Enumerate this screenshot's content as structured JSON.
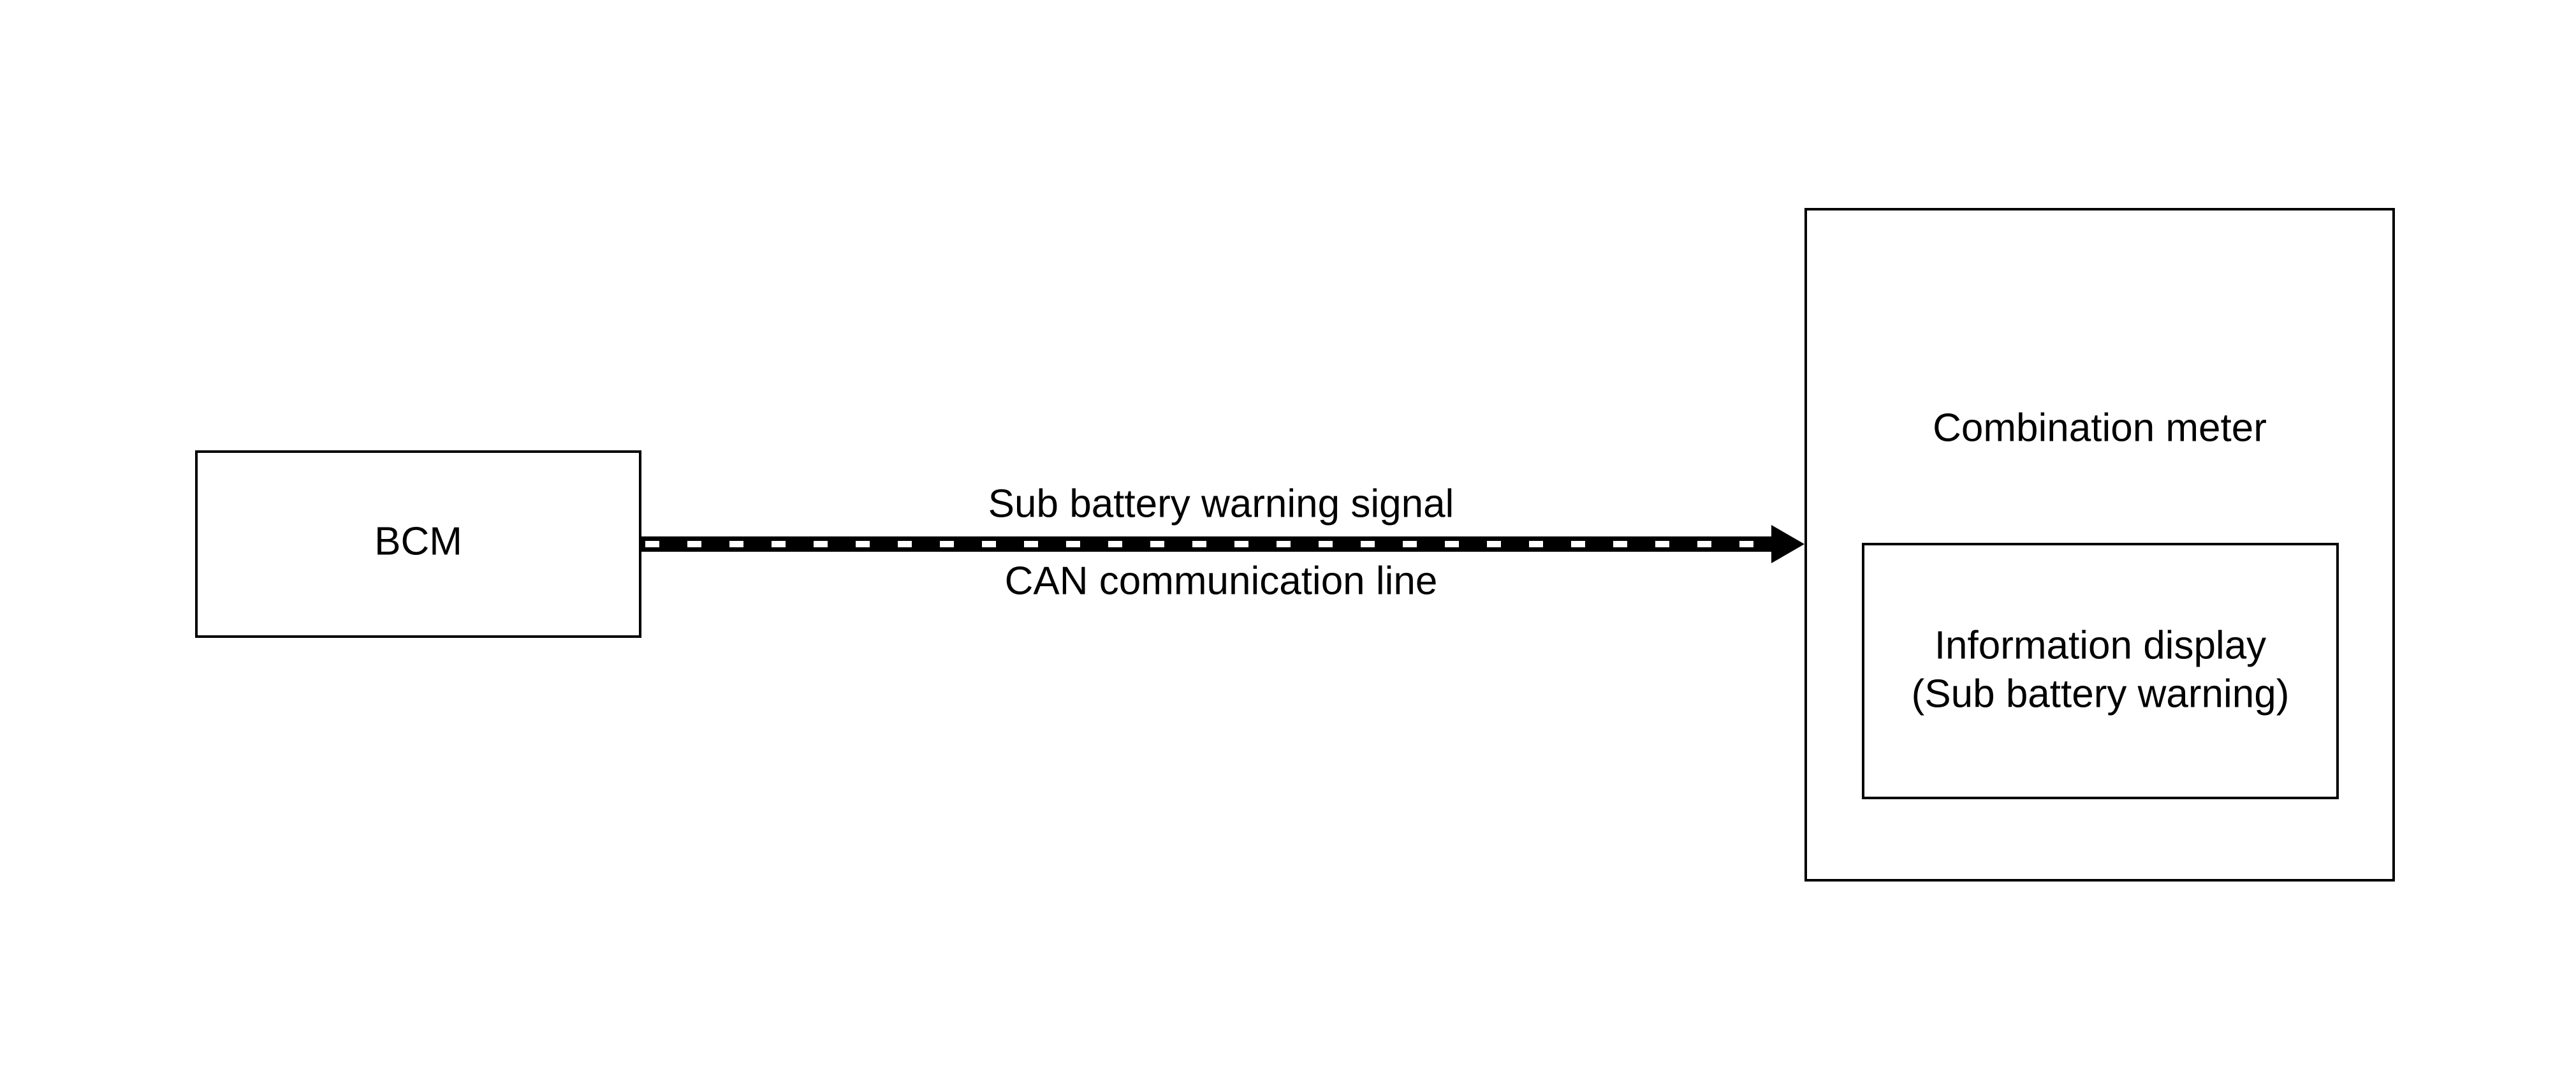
{
  "nodes": {
    "bcm": {
      "label": "BCM"
    },
    "combination_meter": {
      "label": "Combination meter"
    },
    "information_display": {
      "line1": "Information display",
      "line2": "(Sub battery warning)"
    }
  },
  "connection": {
    "signal_label": "Sub battery warning signal",
    "line_label": "CAN communication line",
    "style": "CAN communication line (black/white dashed)",
    "direction": "BCM -> Combination meter"
  },
  "colors": {
    "line_dark": "#000000",
    "line_light": "#ffffff",
    "background": "#ffffff"
  }
}
